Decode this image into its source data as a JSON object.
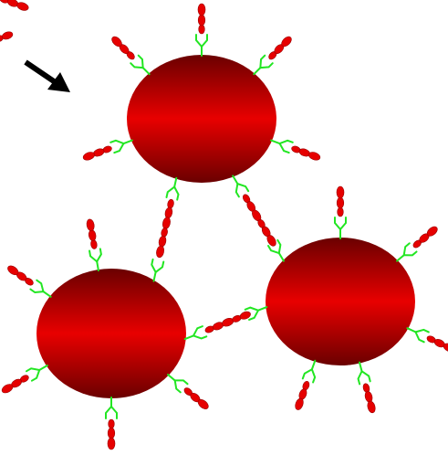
{
  "diagram": {
    "background_color": "#ffffff",
    "cell_color_light": "#e80000",
    "cell_color_dark": "#6a0000",
    "receptor_color": "#22e622",
    "ligand_color": "#e60000",
    "ligand_outline_color": "#990000",
    "arrow_color": "#000000",
    "cells": [
      {
        "name": "cell-top",
        "icon": "red-cell-icon"
      },
      {
        "name": "cell-bottom-left",
        "icon": "red-cell-icon"
      },
      {
        "name": "cell-bottom-right",
        "icon": "red-cell-icon"
      }
    ],
    "receptor_icon": "y-shaped-receptor-icon",
    "ligand_icon": "chain-ligand-icon",
    "arrow_icon": "arrow-down-right-icon"
  }
}
